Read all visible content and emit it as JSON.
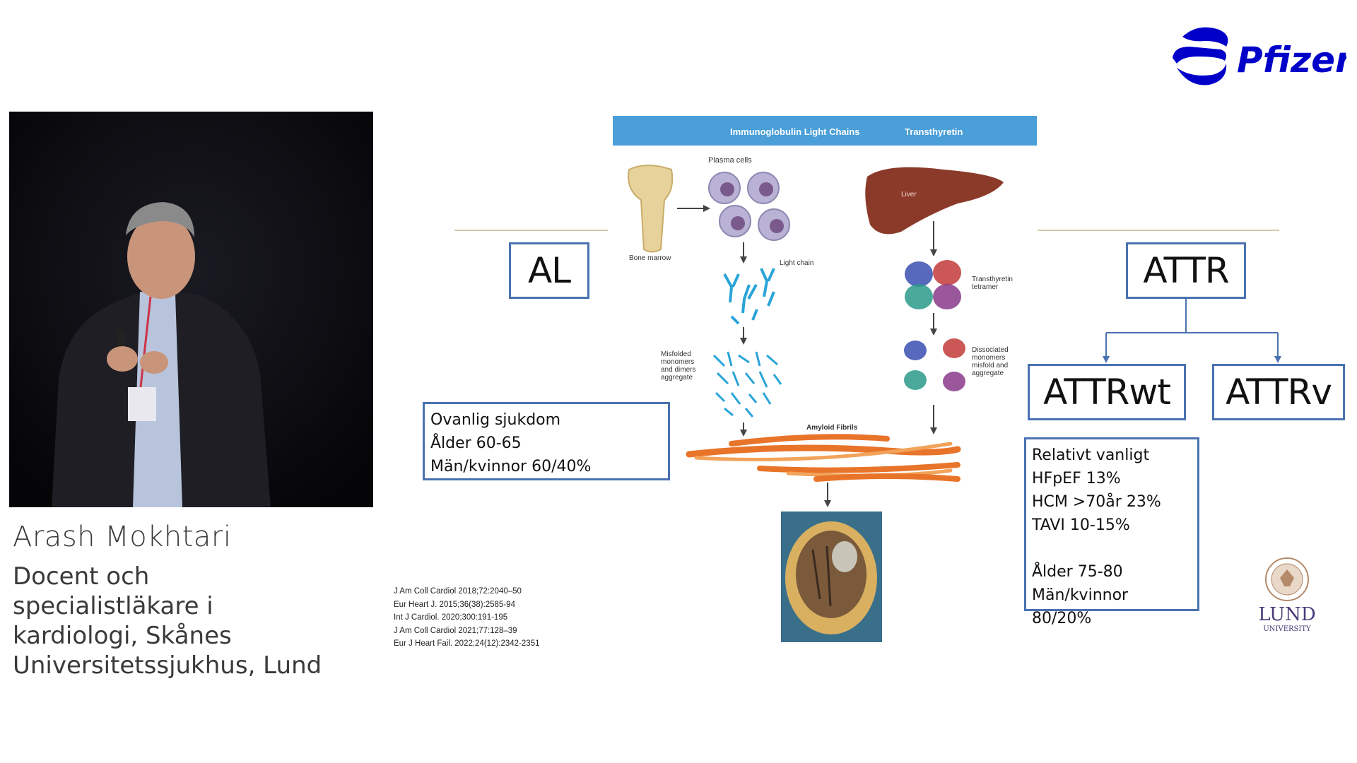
{
  "brand": {
    "logo_text": "Pfizer"
  },
  "speaker": {
    "name": "Arash Mokhtari",
    "title_lines": [
      "Docent och",
      "specialistläkare i",
      "kardiologi, Skånes",
      "Universitetssjukhus, Lund"
    ]
  },
  "slide": {
    "header": {
      "left": "Immunoglobulin Light Chains",
      "right": "Transthyretin"
    },
    "figure_labels": {
      "plasma_cells": "Plasma cells",
      "bone_marrow": "Bone marrow",
      "light_chain": "Light chain",
      "liver": "Liver",
      "ttr_tetramer": [
        "Transthyretin",
        "tetramer"
      ],
      "misfolded": [
        "Misfolded",
        "monomers",
        "and dimers",
        "aggregate"
      ],
      "dissociated": [
        "Dissociated",
        "monomers",
        "misfold and",
        "aggregate"
      ],
      "amyloid": "Amyloid Fibrils"
    },
    "al_label": "AL",
    "attr_label": "ATTR",
    "attrwt_label": "ATTRwt",
    "attrv_label": "ATTRv",
    "al_info": [
      "Ovanlig sjukdom",
      "Ålder 60-65",
      "Män/kvinnor 60/40%"
    ],
    "attr_info": [
      "Relativt vanligt",
      "HFpEF 13%",
      "HCM >70år 23%",
      "TAVI 10-15%",
      "",
      "Ålder 75-80",
      "Män/kvinnor 80/20%"
    ],
    "references": [
      "J Am Coll Cardiol 2018;72:2040–50",
      "Eur Heart J. 2015;36(38):2585-94",
      "Int J Cardiol. 2020;300:191-195",
      "J Am Coll Cardiol 2021;77:128–39",
      "Eur J Heart Fail. 2022;24(12):2342-2351"
    ],
    "university": {
      "name": "LUND",
      "sub": "UNIVERSITY"
    }
  },
  "colors": {
    "pfizer_blue": "#0000c9",
    "slide_header": "#4a9fd8",
    "box_border": "#4a72b0",
    "fibril_orange": "#e8742a",
    "liver_brown": "#8b3a2a"
  }
}
